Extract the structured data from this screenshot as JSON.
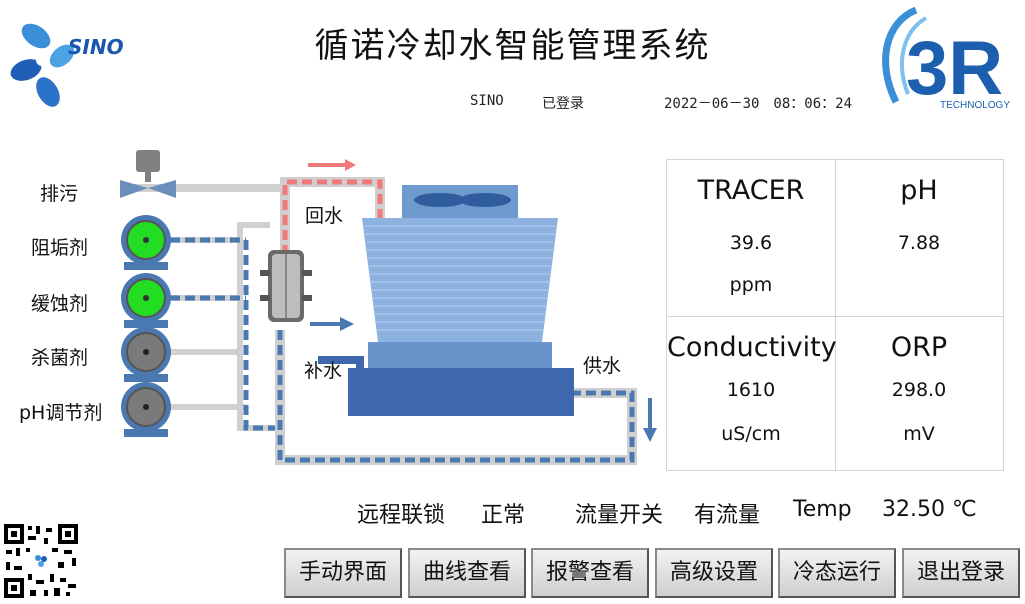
{
  "header": {
    "title": "循诺冷却水智能管理系统",
    "brand_left": "SINO",
    "user": "SINO",
    "login_status": "已登录",
    "datetime": "2022－06－30　08：06：24",
    "brand_right_main": "3R",
    "brand_right_sub": "TECHNOLOGY"
  },
  "process": {
    "discharge_label": "排污",
    "chemicals": [
      {
        "label": "阻垢剂",
        "state": "running",
        "color": "#22dd22"
      },
      {
        "label": "缓蚀剂",
        "state": "running",
        "color": "#22dd22"
      },
      {
        "label": "杀菌剂",
        "state": "stopped",
        "color": "#7a7a7a"
      },
      {
        "label": "pH调节剂",
        "state": "stopped",
        "color": "#7a7a7a"
      }
    ],
    "return_water_label": "回水",
    "makeup_water_label": "补水",
    "supply_water_label": "供水"
  },
  "readings": [
    {
      "name": "TRACER",
      "value": "39.6",
      "unit": "ppm"
    },
    {
      "name": "pH",
      "value": "7.88",
      "unit": ""
    },
    {
      "name": "Conductivity",
      "value": "1610",
      "unit": "uS/cm"
    },
    {
      "name": "ORP",
      "value": "298.0",
      "unit": "mV"
    }
  ],
  "status": {
    "interlock_label": "远程联锁",
    "interlock_value": "正常",
    "flow_switch_label": "流量开关",
    "flow_switch_value": "有流量",
    "temp_label": "Temp",
    "temp_value": "32.50",
    "temp_unit": "℃"
  },
  "buttons": [
    "手动界面",
    "曲线查看",
    "报警查看",
    "高级设置",
    "冷态运行",
    "退出登录"
  ],
  "colors": {
    "return_pipe": "#f07a7a",
    "blue_pipe": "#4a78b0",
    "tower_body": "#7ea6d9",
    "basin": "#3f67ae",
    "grey_line": "#cfcfcf"
  }
}
